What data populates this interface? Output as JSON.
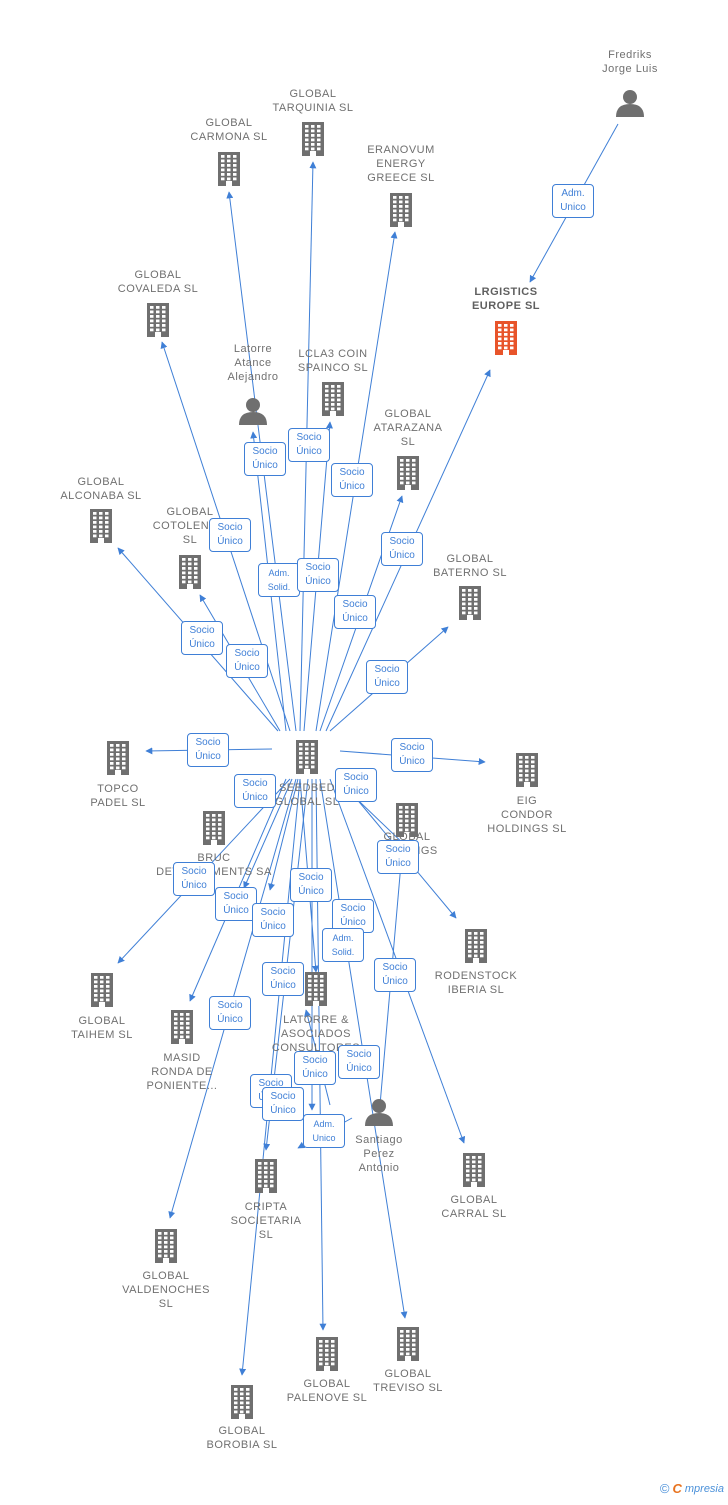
{
  "nodes": [
    {
      "id": "seedbed",
      "type": "company",
      "label": "SEEDBED\nGLOBAL SL",
      "highlight": false
    },
    {
      "id": "lrgistics",
      "type": "company",
      "label": "LRGISTICS\nEUROPE SL",
      "highlight": true
    },
    {
      "id": "fredriks",
      "type": "person",
      "label": "Fredriks\nJorge Luis",
      "highlight": false
    },
    {
      "id": "tarquinia",
      "type": "company",
      "label": "GLOBAL\nTARQUINIA SL",
      "highlight": false
    },
    {
      "id": "carmona",
      "type": "company",
      "label": "GLOBAL\nCARMONA SL",
      "highlight": false
    },
    {
      "id": "eranovum",
      "type": "company",
      "label": "ERANOVUM\nENERGY\nGREECE SL",
      "highlight": false
    },
    {
      "id": "covaleda",
      "type": "company",
      "label": "GLOBAL\nCOVALEDA SL",
      "highlight": false
    },
    {
      "id": "latorre_p",
      "type": "person",
      "label": "Latorre\nAtance\nAlejandro",
      "highlight": false
    },
    {
      "id": "lcla3",
      "type": "company",
      "label": "LCLA3 COIN\nSPAINCO SL",
      "highlight": false
    },
    {
      "id": "atarazana",
      "type": "company",
      "label": "GLOBAL\nATARAZANA\nSL",
      "highlight": false
    },
    {
      "id": "alconaba",
      "type": "company",
      "label": "GLOBAL\nALCONABA SL",
      "highlight": false
    },
    {
      "id": "cotolengo",
      "type": "company",
      "label": "GLOBAL\nCOTOLENGO\nSL",
      "highlight": false
    },
    {
      "id": "baterno",
      "type": "company",
      "label": "GLOBAL\nBATERNO SL",
      "highlight": false
    },
    {
      "id": "topco",
      "type": "company",
      "label": "TOPCO\nPADEL SL",
      "highlight": false
    },
    {
      "id": "eig",
      "type": "company",
      "label": "EIG\nCONDOR\nHOLDINGS SL",
      "highlight": false
    },
    {
      "id": "bruc",
      "type": "company",
      "label": "BRUC\nDEVELOPMENTS SA",
      "highlight": false
    },
    {
      "id": "hs",
      "type": "company",
      "label": "GLOBAL\nHOLDINGS\nSL",
      "highlight": false
    },
    {
      "id": "rodenstock",
      "type": "company",
      "label": "RODENSTOCK\nIBERIA SL",
      "highlight": false
    },
    {
      "id": "taihem",
      "type": "company",
      "label": "GLOBAL\nTAIHEM SL",
      "highlight": false
    },
    {
      "id": "masid",
      "type": "company",
      "label": "MASID\nRONDA DE\nPONIENTE...",
      "highlight": false
    },
    {
      "id": "latorre_c",
      "type": "company",
      "label": "LATORRE &\nASOCIADOS\nCONSULTORES",
      "highlight": false
    },
    {
      "id": "santiago",
      "type": "person",
      "label": "Santiago\nPerez\nAntonio",
      "highlight": false
    },
    {
      "id": "cripta",
      "type": "company",
      "label": "CRIPTA\nSOCIETARIA\nSL",
      "highlight": false
    },
    {
      "id": "carral",
      "type": "company",
      "label": "GLOBAL\nCARRAL SL",
      "highlight": false
    },
    {
      "id": "valdenoches",
      "type": "company",
      "label": "GLOBAL\nVALDENOCHES\nSL",
      "highlight": false
    },
    {
      "id": "palenove",
      "type": "company",
      "label": "GLOBAL\nPALENOVE SL",
      "highlight": false
    },
    {
      "id": "treviso",
      "type": "company",
      "label": "GLOBAL\nTREVISO SL",
      "highlight": false
    },
    {
      "id": "borobia",
      "type": "company",
      "label": "GLOBAL\nBOROBIA SL",
      "highlight": false
    }
  ],
  "relations": [
    {
      "label": "Adm.\nUnico"
    },
    {
      "label": "Socio\nÚnico"
    },
    {
      "label": "Socio\nÚnico"
    },
    {
      "label": "Socio\nÚnico"
    },
    {
      "label": "Socio\nÚnico"
    },
    {
      "label": "Adm.\nSolid."
    },
    {
      "label": "Socio\nÚnico"
    },
    {
      "label": "Socio\nÚnico"
    },
    {
      "label": "Socio\nÚnico"
    },
    {
      "label": "Socio\nÚnico"
    },
    {
      "label": "Socio\nÚnico"
    },
    {
      "label": "Socio\nÚnico"
    },
    {
      "label": "Socio\nÚnico"
    },
    {
      "label": "Socio\nÚnico"
    },
    {
      "label": "Socio\nÚnico"
    },
    {
      "label": "Socio\nÚnico"
    },
    {
      "label": "Socio\nÚnico"
    },
    {
      "label": "Socio\nÚnico"
    },
    {
      "label": "Socio\nÚnico"
    },
    {
      "label": "Socio\nÚnico"
    },
    {
      "label": "Socio\nÚnico"
    },
    {
      "label": "Socio\nÚnico"
    },
    {
      "label": "Adm.\nSolid."
    },
    {
      "label": "Socio\nÚnico"
    },
    {
      "label": "Socio\nÚnico"
    },
    {
      "label": "Socio\nÚnico"
    },
    {
      "label": "Socio\nÚnico"
    },
    {
      "label": "Socio\nÚnico"
    },
    {
      "label": "Socio\nÚnico"
    },
    {
      "label": "Socio\nÚnico"
    },
    {
      "label": "Adm.\nUnico"
    }
  ],
  "colors": {
    "edge": "#3f7fd6",
    "company": "#6f6f6f",
    "highlight": "#e8542a",
    "person": "#6f6f6f"
  },
  "icons": {
    "company": "building-icon",
    "person": "person-icon"
  },
  "footer": {
    "copyright": "©",
    "brand_initial": "C",
    "brand_rest": "mpresia"
  }
}
